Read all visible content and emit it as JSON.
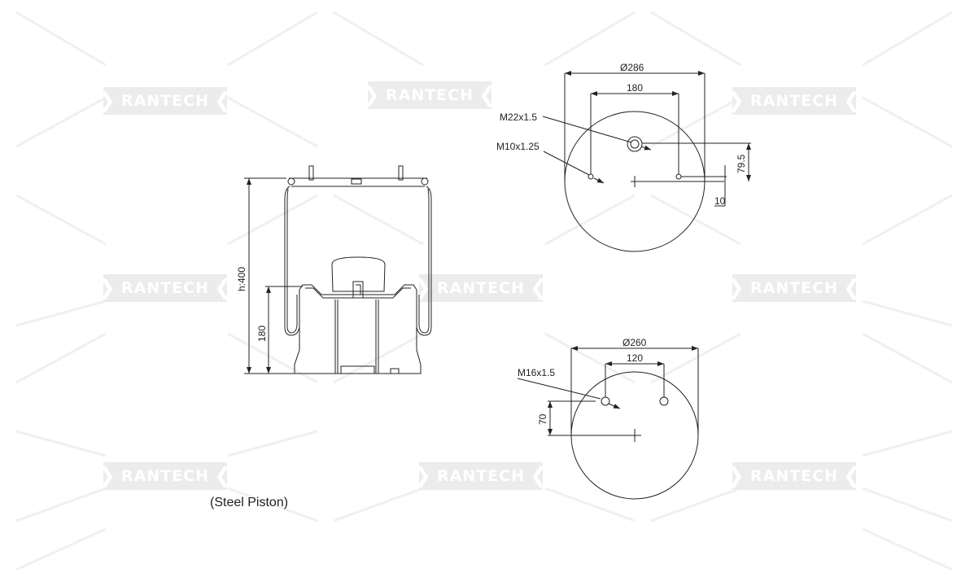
{
  "watermark": {
    "text": "RANTECH"
  },
  "side_view": {
    "height_label": "h:400",
    "piston_height_label": "180",
    "caption": "(Steel Piston)"
  },
  "top_plate": {
    "diameter_label": "Ø286",
    "bolt_spacing_label": "180",
    "air_port_label": "M22x1.5",
    "stud_label": "M10x1.25",
    "port_offset_label": "79.5",
    "stud_offset_label": "10"
  },
  "bottom_plate": {
    "diameter_label": "Ø260",
    "bolt_spacing_label": "120",
    "thread_label": "M16x1.5",
    "offset_label": "70"
  },
  "colors": {
    "line": "#222222",
    "watermark": "#ececec"
  }
}
